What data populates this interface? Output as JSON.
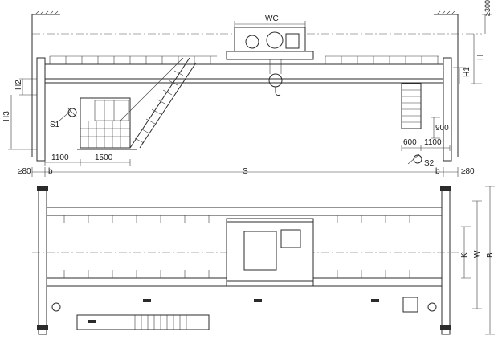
{
  "labels": {
    "wc": "WC",
    "h_ge_300": "≥300",
    "h": "H",
    "h1": "H1",
    "h2": "H2",
    "h3": "H3",
    "s1": "S1",
    "s2": "S2",
    "d900": "900",
    "d600": "600",
    "d1100_right": "1100",
    "d1100_left": "1100",
    "d1500": "1500",
    "ge80_left": "≥80",
    "ge80_right": "≥80",
    "b_left": "b",
    "b_right": "b",
    "span": "S",
    "k": "K",
    "w": "W",
    "bb": "B"
  }
}
